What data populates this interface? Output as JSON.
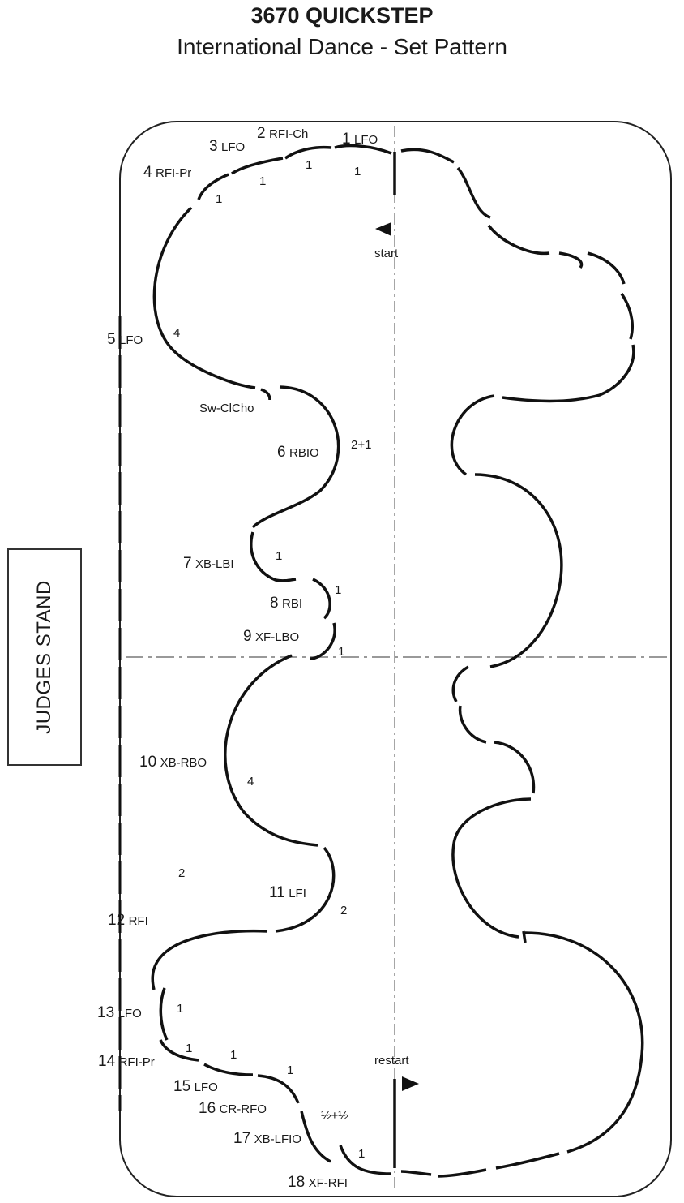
{
  "title": "3670 QUICKSTEP",
  "subtitle": "International Dance - Set Pattern",
  "judges_stand": "JUDGES STAND",
  "start_label": "start",
  "restart_label": "restart",
  "steps": [
    {
      "num": "1",
      "edge": "LFO",
      "count": "1"
    },
    {
      "num": "2",
      "edge": "RFI-Ch",
      "count": "1"
    },
    {
      "num": "3",
      "edge": "LFO",
      "count": "1"
    },
    {
      "num": "4",
      "edge": "RFI-Pr",
      "count": "1"
    },
    {
      "num": "5",
      "edge": "LFO",
      "count": "4"
    },
    {
      "num": "6",
      "edge": "RBIO",
      "count": "2+1"
    },
    {
      "num": "7",
      "edge": "XB-LBI",
      "count": "1"
    },
    {
      "num": "8",
      "edge": "RBI",
      "count": "1"
    },
    {
      "num": "9",
      "edge": "XF-LBO",
      "count": "1"
    },
    {
      "num": "10",
      "edge": "XB-RBO",
      "count": "4"
    },
    {
      "num": "11",
      "edge": "LFI",
      "count": "2"
    },
    {
      "num": "12",
      "edge": "RFI",
      "count": "2"
    },
    {
      "num": "13",
      "edge": "LFO",
      "count": "1"
    },
    {
      "num": "14",
      "edge": "RFI-Pr",
      "count": "1"
    },
    {
      "num": "15",
      "edge": "LFO",
      "count": "1"
    },
    {
      "num": "16",
      "edge": "CR-RFO",
      "count": "1"
    },
    {
      "num": "17",
      "edge": "XB-LFIO",
      "count": "½+½"
    },
    {
      "num": "18",
      "edge": "XF-RFI",
      "count": "1"
    }
  ],
  "sw_note": "Sw-ClCho"
}
